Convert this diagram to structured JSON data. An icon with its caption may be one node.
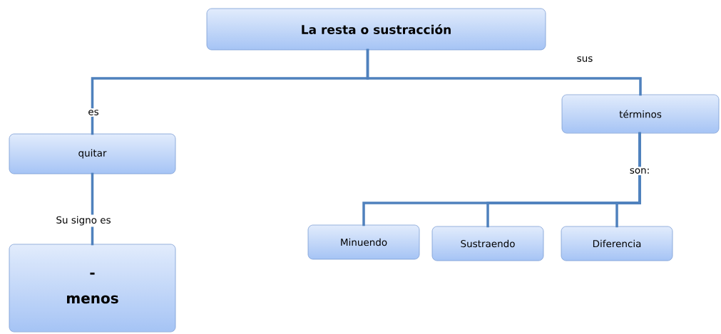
{
  "diagram": {
    "nodes": [
      {
        "text": [
          "La resta o sustracción"
        ]
      },
      {
        "text": [
          "quitar"
        ]
      },
      {
        "text": [
          "-",
          "menos"
        ]
      },
      {
        "text": [
          "términos"
        ]
      },
      {
        "text": [
          "Minuendo"
        ]
      },
      {
        "text": [
          "Sustraendo"
        ]
      },
      {
        "text": [
          "Diferencia"
        ]
      }
    ],
    "edges": [
      {
        "from": 0,
        "to": 1,
        "arrow": "none",
        "label": "es"
      },
      {
        "from": 0,
        "to": 3,
        "arrow": "none",
        "label": "sus"
      },
      {
        "from": 1,
        "to": 2,
        "arrow": "none",
        "label": "Su signo es"
      },
      {
        "from": 3,
        "to": 4,
        "arrow": "none",
        "label": "son:"
      },
      {
        "from": 3,
        "to": 5,
        "arrow": "none"
      },
      {
        "from": 3,
        "to": 6,
        "arrow": "none"
      }
    ]
  }
}
